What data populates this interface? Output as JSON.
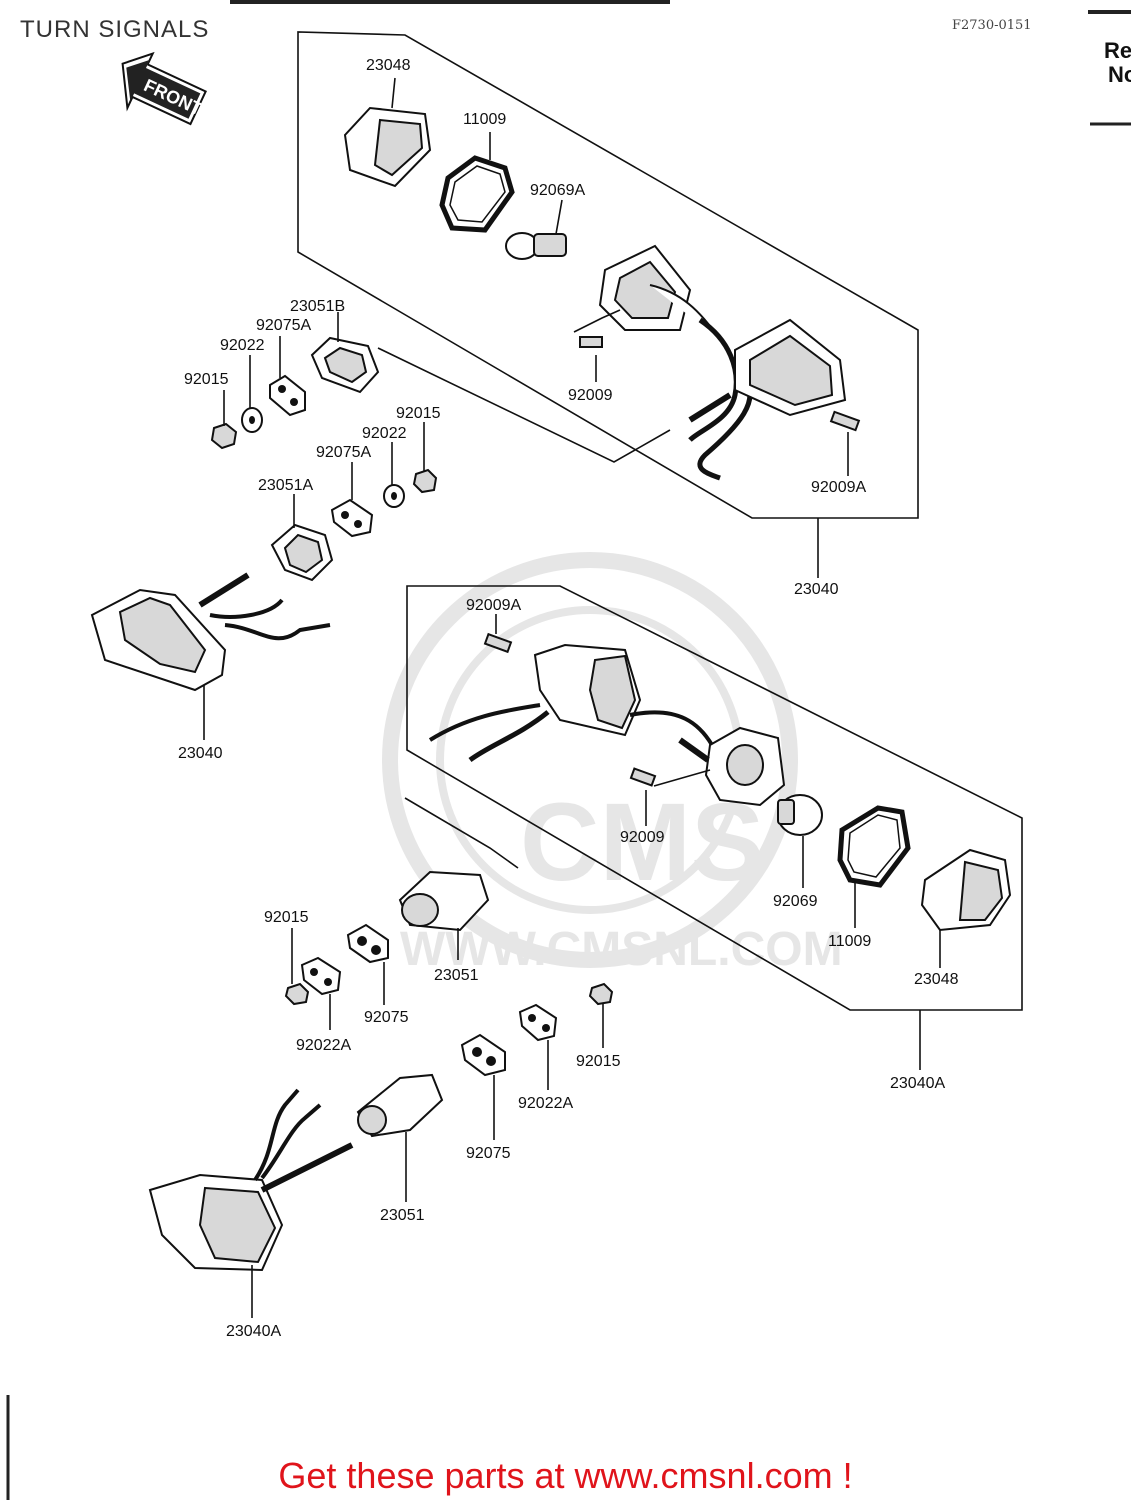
{
  "title": "TURN SIGNALS",
  "diagram_code": "F2730-0151",
  "cutoff_text": [
    "Re",
    "No"
  ],
  "front_label": "FRONT",
  "watermark": {
    "logo": "CMS",
    "url": "WWW.CMSNL.COM"
  },
  "footer": "Get these parts at www.cmsnl.com !",
  "colors": {
    "footer": "#e0141b",
    "lines": "#111111",
    "watermark": "#e6e6e6"
  },
  "parts": {
    "p23048_top": "23048",
    "p11009_top": "11009",
    "p92069A": "92069A",
    "p23051B": "23051B",
    "p92075A_top": "92075A",
    "p92022_top": "92022",
    "p92015_top": "92015",
    "p92009_top": "92009",
    "p92015_mid": "92015",
    "p92022_mid": "92022",
    "p92075A_mid": "92075A",
    "p23051A": "23051A",
    "p92009A_top": "92009A",
    "p23040_top": "23040",
    "p92009A_mid": "92009A",
    "p23040_left": "23040",
    "p92009_mid": "92009",
    "p92069": "92069",
    "p11009_bot": "11009",
    "p23048_bot": "23048",
    "p92015_left": "92015",
    "p23051_mid": "23051",
    "p92075_mid": "92075",
    "p92022A_left": "92022A",
    "p92015_right": "92015",
    "p92022A_right": "92022A",
    "p23040A_box": "23040A",
    "p92075_bot": "92075",
    "p23051_bot": "23051",
    "p23040A_bot": "23040A"
  }
}
